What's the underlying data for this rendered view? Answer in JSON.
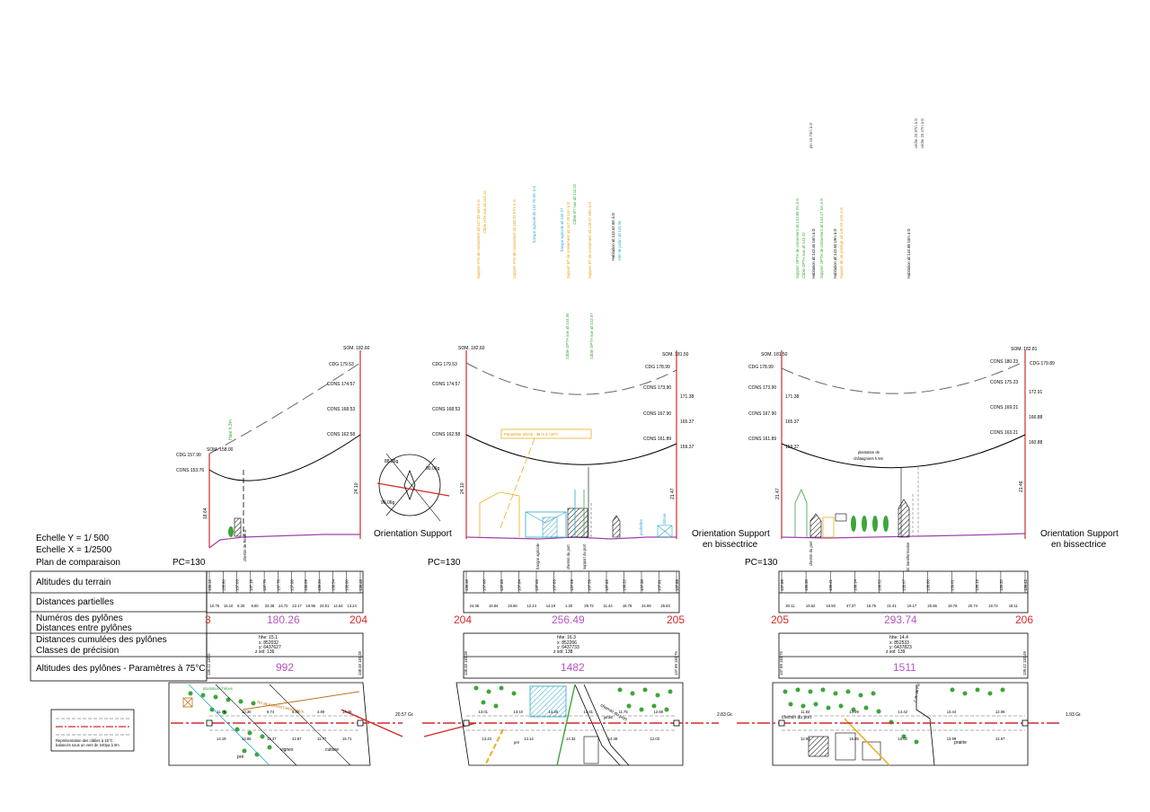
{
  "legend": {
    "row_labels": [
      "Altitudes du terrain",
      "Distances partielles",
      "Numéros des pylônes",
      "Distances entre pylônes",
      "Distances cumulées des pylônes",
      "Classes de précision",
      "Altitudes des pylônes - Paramètres à 75°C"
    ],
    "scale_y": "Echelle Y = 1/ 500",
    "scale_x": "Echelle X = 1/2500",
    "plan": "Plan de comparaison"
  },
  "orientation": {
    "label1": "Orientation Support",
    "label2": "Orientation Support",
    "label2b": "en bissectrice",
    "label3": "Orientation Support",
    "label3b": "en bissectrice",
    "angle_a": "88.26g",
    "angle_b": "90.06g",
    "angle_c": "90.06g"
  },
  "spans": [
    {
      "pc": "PC=130",
      "pylon_left": "3",
      "pylon_right": "204",
      "span": "180.26",
      "cumul": "992",
      "gr": "20.57 Gr.",
      "som_left": "SOM. 158.00",
      "cdg_left": "CDG 157.90",
      "cons_left": "CONS 153.76",
      "som_right": "SOM. 182.60",
      "cdg_right": "CDG 179.53",
      "cons_right": [
        "CONS 174.57",
        "CONS 168.53",
        "CONS 162.58"
      ],
      "h_left": "18.64",
      "h_right": "24.10",
      "alt_terrain": [
        "135.12",
        "135.80",
        "137.03",
        "137.15",
        "137.75",
        "137.76",
        "137.88",
        "138.09",
        "138.34",
        "138.54",
        "138.80",
        "138.48"
      ],
      "dist": [
        "10.75",
        "15.10",
        "8.30",
        "8.60",
        "23.38",
        "24.72",
        "22.17",
        "19.96",
        "24.51",
        "14.54",
        "13.24"
      ],
      "pyl_alt_left": "135.12 130.0",
      "pyl_alt_right": "138.48 130.28",
      "hhe": "hhe: 15.1",
      "coords": "x: 852032\ny: 6437627\nz sol: 136",
      "note": "Haie h.3m",
      "landmark": "chemin de Rimel D",
      "map_labels": [
        "plantation chênes",
        "RD BEAUMONT-MONTEUX",
        "pré",
        "vignes",
        "culture"
      ],
      "map_dists": [
        "11.75",
        "10.30",
        "8.74",
        "6.82",
        "4.89",
        "14.26",
        "14.19",
        "13.86",
        "13.37",
        "12.87",
        "11.77",
        "15.71"
      ]
    },
    {
      "pc": "PC=130",
      "pylon_left": "204",
      "pylon_right": "205",
      "span": "256.49",
      "cumul": "1482",
      "gr": "2.83 Gr.",
      "som_left": "SOM. 182.60",
      "cdg_left": "CDG 179.53",
      "cons_left": [
        "CONS 174.57",
        "CONS 168.53",
        "CONS 162.58"
      ],
      "som_right": "SOM. 181.50",
      "cdg_right": "CDG 178.99",
      "cons_right": [
        "CONS 173.90",
        "CONS 167.90",
        "CONS 161.89"
      ],
      "right_extra": [
        "171.38",
        "165.37",
        "159.37"
      ],
      "h_left": "24.10",
      "h_right": "21.47",
      "alt_terrain": [
        "138.48",
        "137.68",
        "137.83",
        "137.84",
        "137.66",
        "137.83",
        "137.69",
        "137.59",
        "137.82",
        "138.32",
        "137.38",
        "137.81",
        "137.89"
      ],
      "dist": [
        "24.36",
        "18.84",
        "18.66",
        "12.24",
        "14.19",
        "1.30",
        "29.72",
        "11.44",
        "18.78",
        "24.99",
        "25.93"
      ],
      "pyl_alt_left": "138.48 130.28",
      "pyl_alt_right": "137.89 130.75",
      "hhe": "hhe: 16.3",
      "coords": "x: 852266\ny: 6437733\nz sol: 138",
      "annot_texts": [
        "Support HTA de croisement alt:147.28 18m à G",
        "Câble HTA nue alt:146.10",
        "Support HTA de croisement alt:148.25 67m à G",
        "hangar agricole alt:144.79 5m à G",
        "hangar agricole alt:145.27",
        "Support BT de croisement alt:147.78 14m à D",
        "Câble BT nue alt:144.52",
        "Câble OPTH nue alt:144.56",
        "Support BT de croisement alt:148.57 58m à D",
        "Câble OPTH nue alt:143.97",
        "Habitation alt:143.62 8m à D",
        "Abri de jardin alt:140.90"
      ],
      "banner": "Paramètre relevé : 48 m à +20°c",
      "landmark_labels": [
        "chemin du port",
        "hangar agricole",
        "support du port",
        "poubelles",
        "clôture"
      ],
      "map_labels": [
        "chemin du port",
        "jardin",
        "pré"
      ],
      "map_dists": [
        "13.01",
        "13.10",
        "14.28",
        "14.41",
        "11.75",
        "12.69",
        "13.23",
        "13.14",
        "14.32",
        "14.48",
        "12.03"
      ]
    },
    {
      "pc": "PC=130",
      "pylon_left": "205",
      "pylon_right": "206",
      "span": "293.74",
      "cumul": "1511",
      "gr": "1.93 Gr.",
      "som_left": "SOM. 181.50",
      "cdg_left": "CDG 178.99",
      "cons_left": [
        "CONS 173.90",
        "CONS 167.90",
        "CONS 161.89"
      ],
      "left_extra": [
        "171.38",
        "165.37",
        "159.37"
      ],
      "som_right": "SOM. 182.81",
      "cdg_right": "CDG 179.89",
      "cons_right": [
        "CONS 180.23",
        "CONS 175.23",
        "CONS 169.21",
        "CONS 163.21"
      ],
      "right_extra": [
        "172.91",
        "166.88",
        "160.88"
      ],
      "h_left": "21.47",
      "h_right": "21.46",
      "alt_terrain": [
        "137.89",
        "138.38",
        "138.41",
        "138.14",
        "138.52",
        "138.67",
        "138.80",
        "139.01",
        "139.15",
        "139.20",
        "139.42"
      ],
      "dist": [
        "30.11",
        "19.52",
        "19.50",
        "47.37",
        "15.75",
        "21.41",
        "19.17",
        "20.66",
        "19.76",
        "20.74",
        "19.73",
        "18.11"
      ],
      "pyl_alt_left": "137.89 130.75",
      "pyl_alt_right": "139.42 130.49",
      "hhe": "hhe: 14.4",
      "coords": "x: 852533\ny: 6437823\nz sol: 139",
      "annot_texts": [
        "Support OPTH de croisement alt:143.99 2m à G",
        "Câble OPTH nue alt:143.22",
        "Habitation alt:143.46 16m à D",
        "Support OPTH de croisement alt:144.17 6m à G",
        "Habitation alt:143.50 19m à D",
        "Support de vie protégé alt:145.69 12m à G",
        "pin 15.73m à D",
        "Habitation alt:144.85 16m à D",
        "cèdre 20.97m à D",
        "cèdre 25.47m à D"
      ],
      "note": "plantation de châtaigniers h.5m",
      "landmark_labels": [
        "chemin du port",
        "lot transformation"
      ],
      "map_labels": [
        "chemin du port",
        "C.R. de Fer",
        "prairie"
      ],
      "map_dists": [
        "11.93",
        "14.99",
        "14.42",
        "13.44",
        "12.06",
        "12.93",
        "15.85",
        "15.02",
        "13.99",
        "12.57"
      ]
    }
  ],
  "key_box": {
    "line1": "Représentation des câbles à 15°C",
    "line2": "balancés sous un vent de 240pa à 0m"
  }
}
